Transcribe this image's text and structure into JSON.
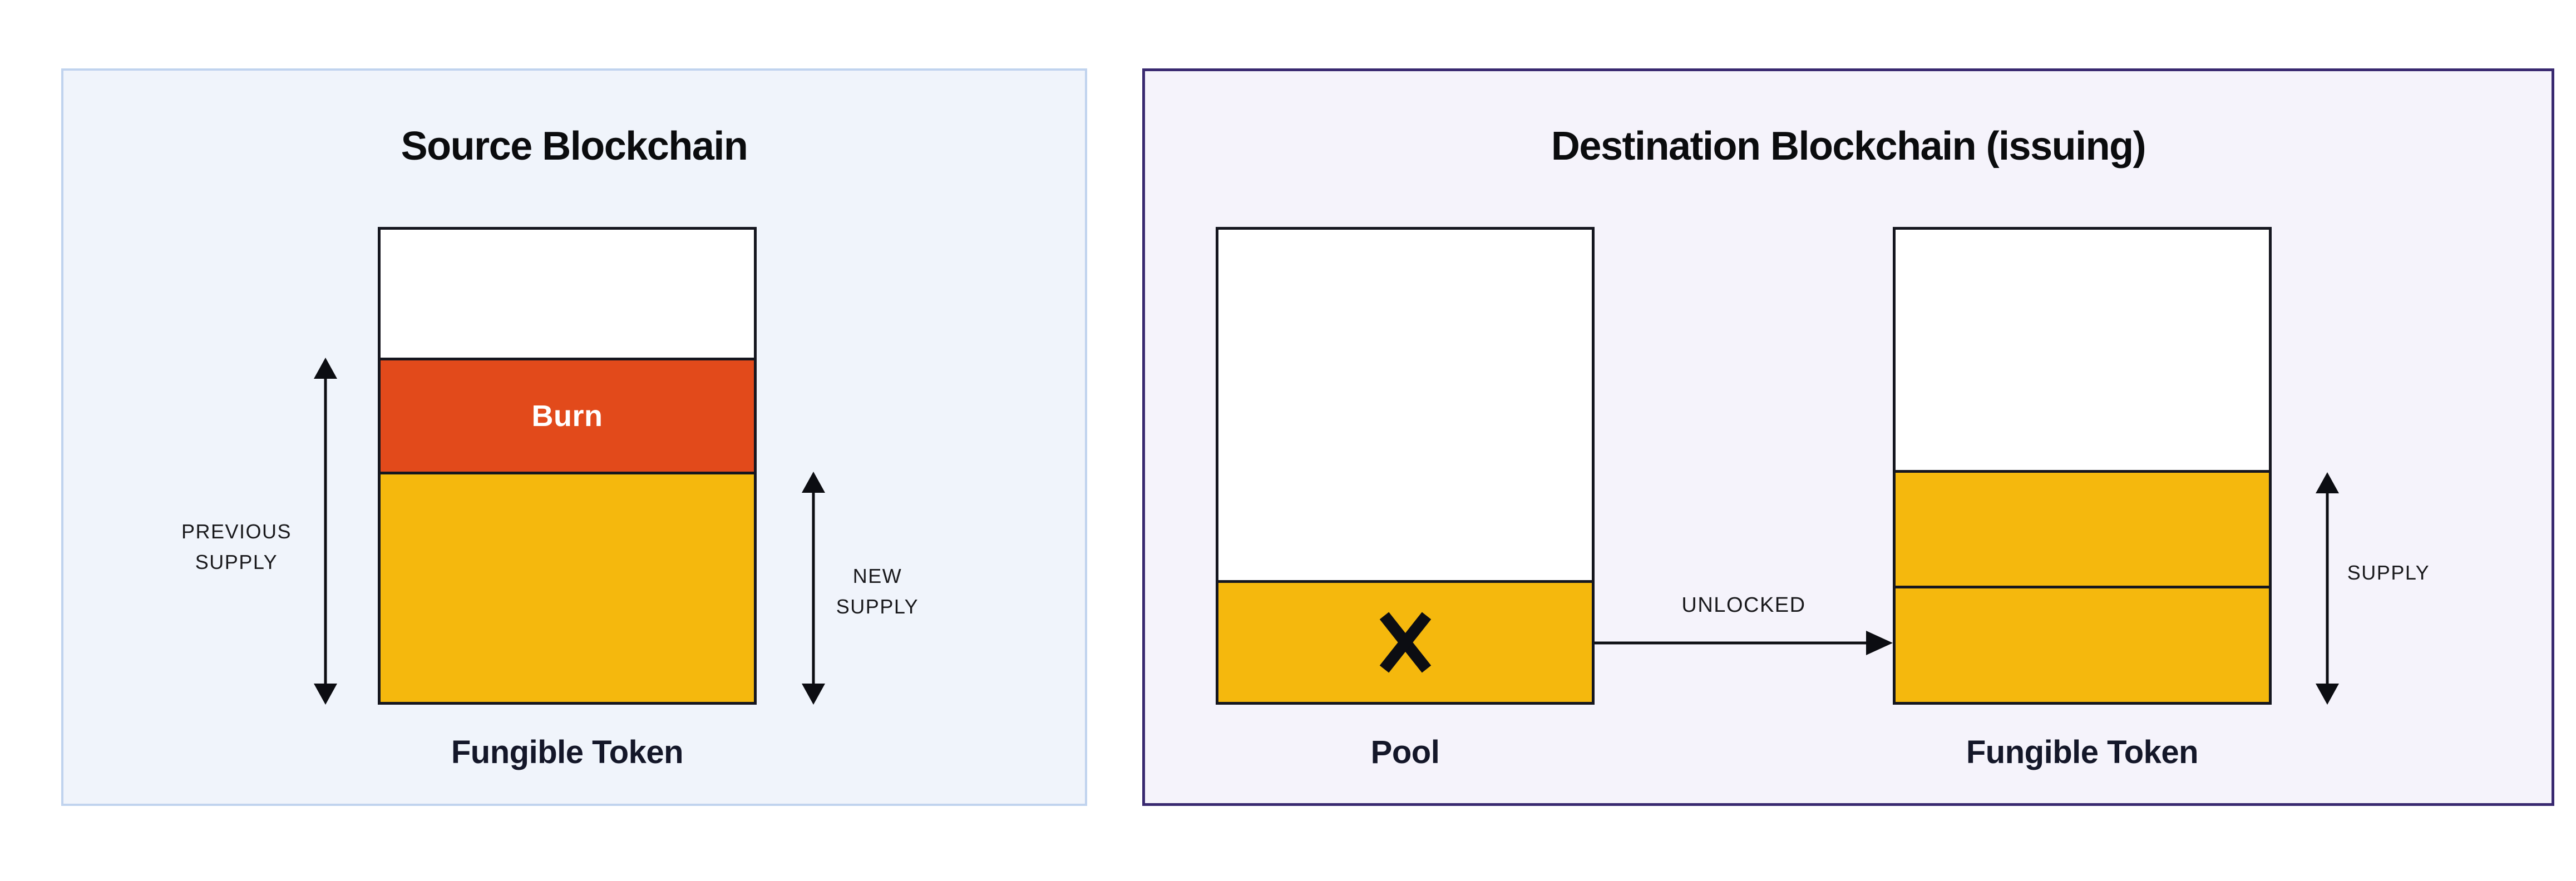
{
  "diagram": {
    "source_panel": {
      "title": "Source Blockchain",
      "bar_caption": "Fungible Token",
      "burn_segment_label": "Burn",
      "previous_supply_label": [
        "PREVIOUS",
        "SUPPLY"
      ],
      "new_supply_label": [
        "NEW",
        "SUPPLY"
      ]
    },
    "destination_panel": {
      "title": "Destination Blockchain (issuing)",
      "pool_caption": "Pool",
      "bar_caption": "Fungible Token",
      "flow_arrow_label": "UNLOCKED",
      "supply_label": "SUPPLY"
    }
  },
  "colors": {
    "canvas_bg": "#ffffff",
    "source_panel_bg": "#f0f4fb",
    "source_panel_border": "#c0d3ee",
    "destination_panel_bg": "#f5f3fb",
    "destination_panel_border": "#392970",
    "bar_fill_white": "#ffffff",
    "burn_fill": "#e24a1b",
    "token_fill": "#f5b80d",
    "bar_border": "#15161f",
    "arrow_color": "#0c0d12",
    "title_text": "#0b0c0e",
    "label_text": "#141729",
    "annotation_text": "#19191c",
    "burn_text": "#ffffff"
  }
}
